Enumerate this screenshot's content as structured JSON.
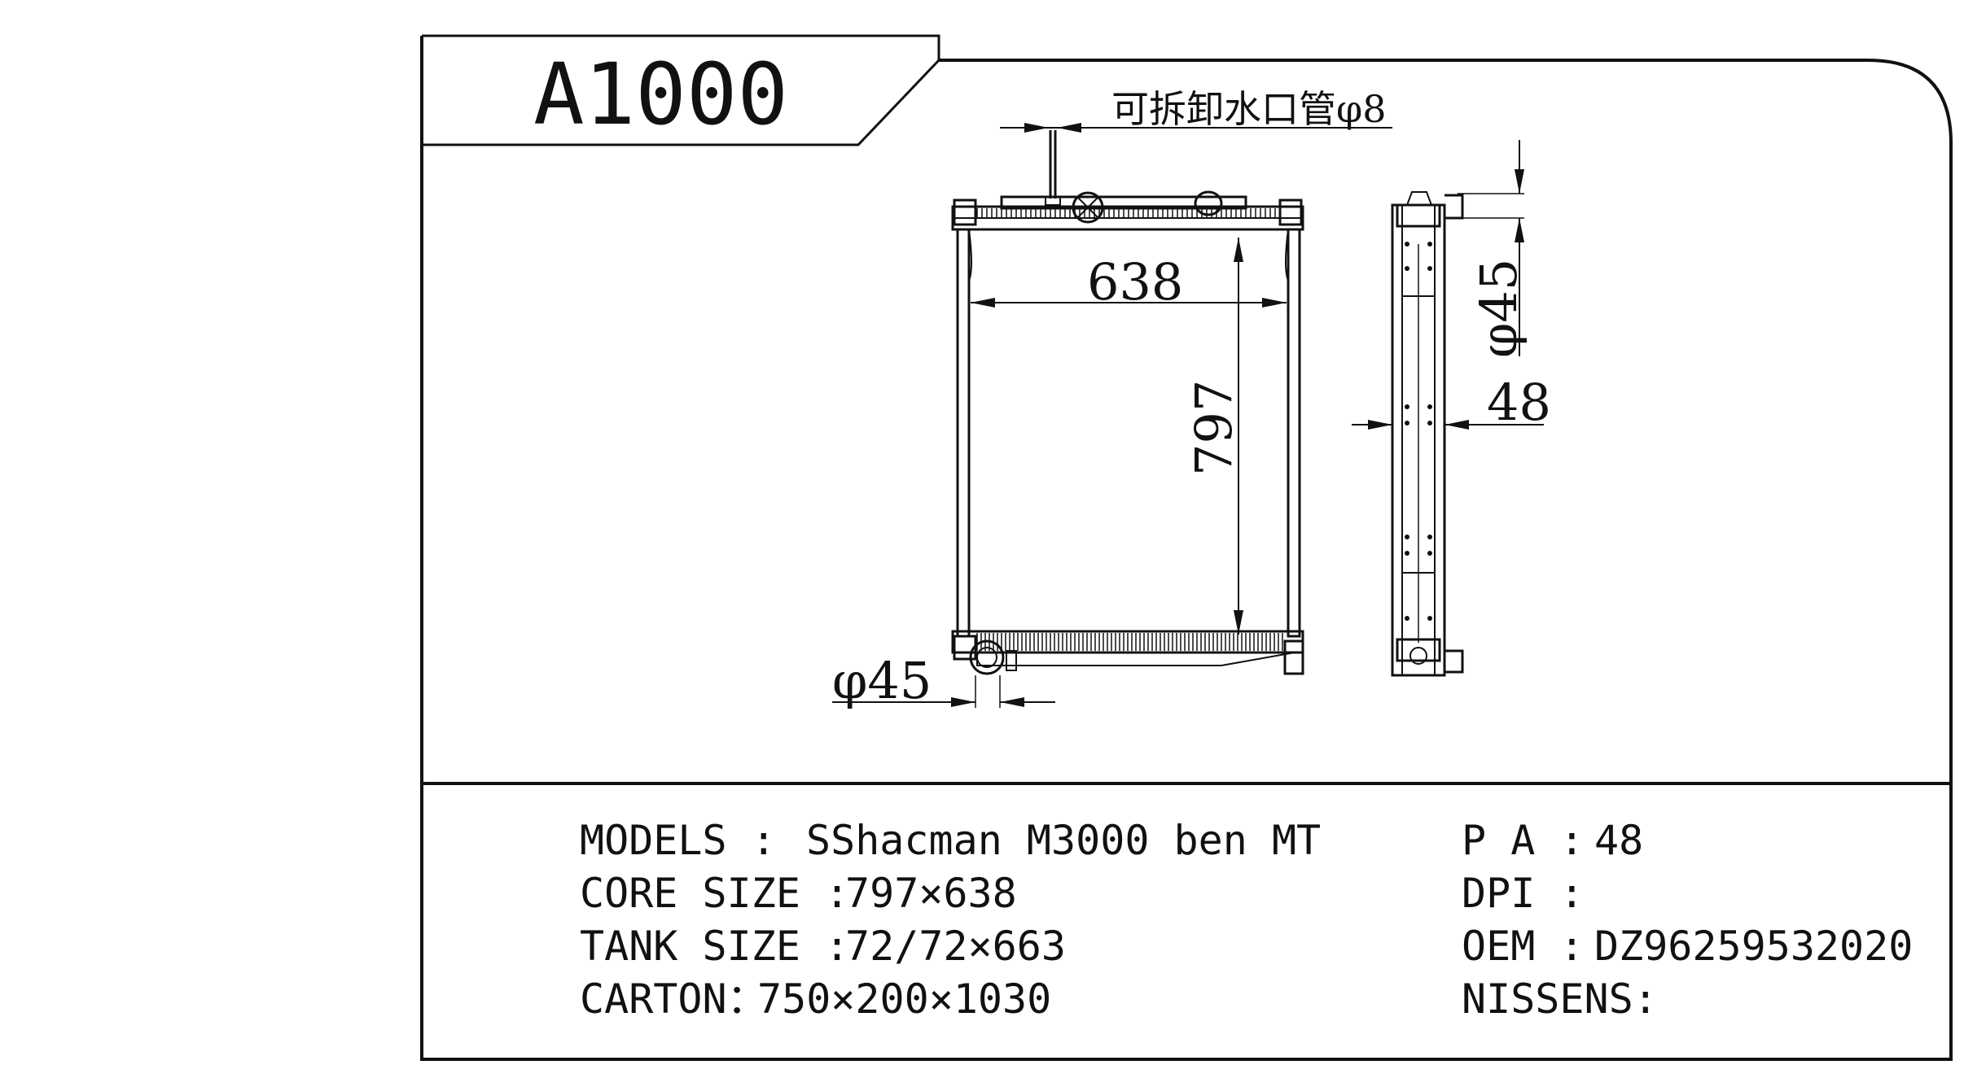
{
  "title": "A1000",
  "drawing": {
    "note_top": "可拆卸水口管φ8",
    "width_dim": "638",
    "height_dim": "797",
    "outlet_dim": "φ45",
    "side_pipe_dim": "φ45",
    "thickness_dim": "48"
  },
  "info": {
    "models_label": "MODELS :",
    "models_value": "SShacman M3000 ben MT",
    "core_label": "CORE SIZE :",
    "core_value": "797×638",
    "tank_label": "TANK SIZE :",
    "tank_value": "72/72×663",
    "carton_label": "CARTON：",
    "carton_value": "750×200×1030",
    "pa_label": "P A :",
    "pa_value": "48",
    "dpi_label": "DPI :",
    "dpi_value": "",
    "oem_label": "OEM :",
    "oem_value": "DZ96259532020",
    "nissens_label": "NISSENS:",
    "nissens_value": ""
  }
}
